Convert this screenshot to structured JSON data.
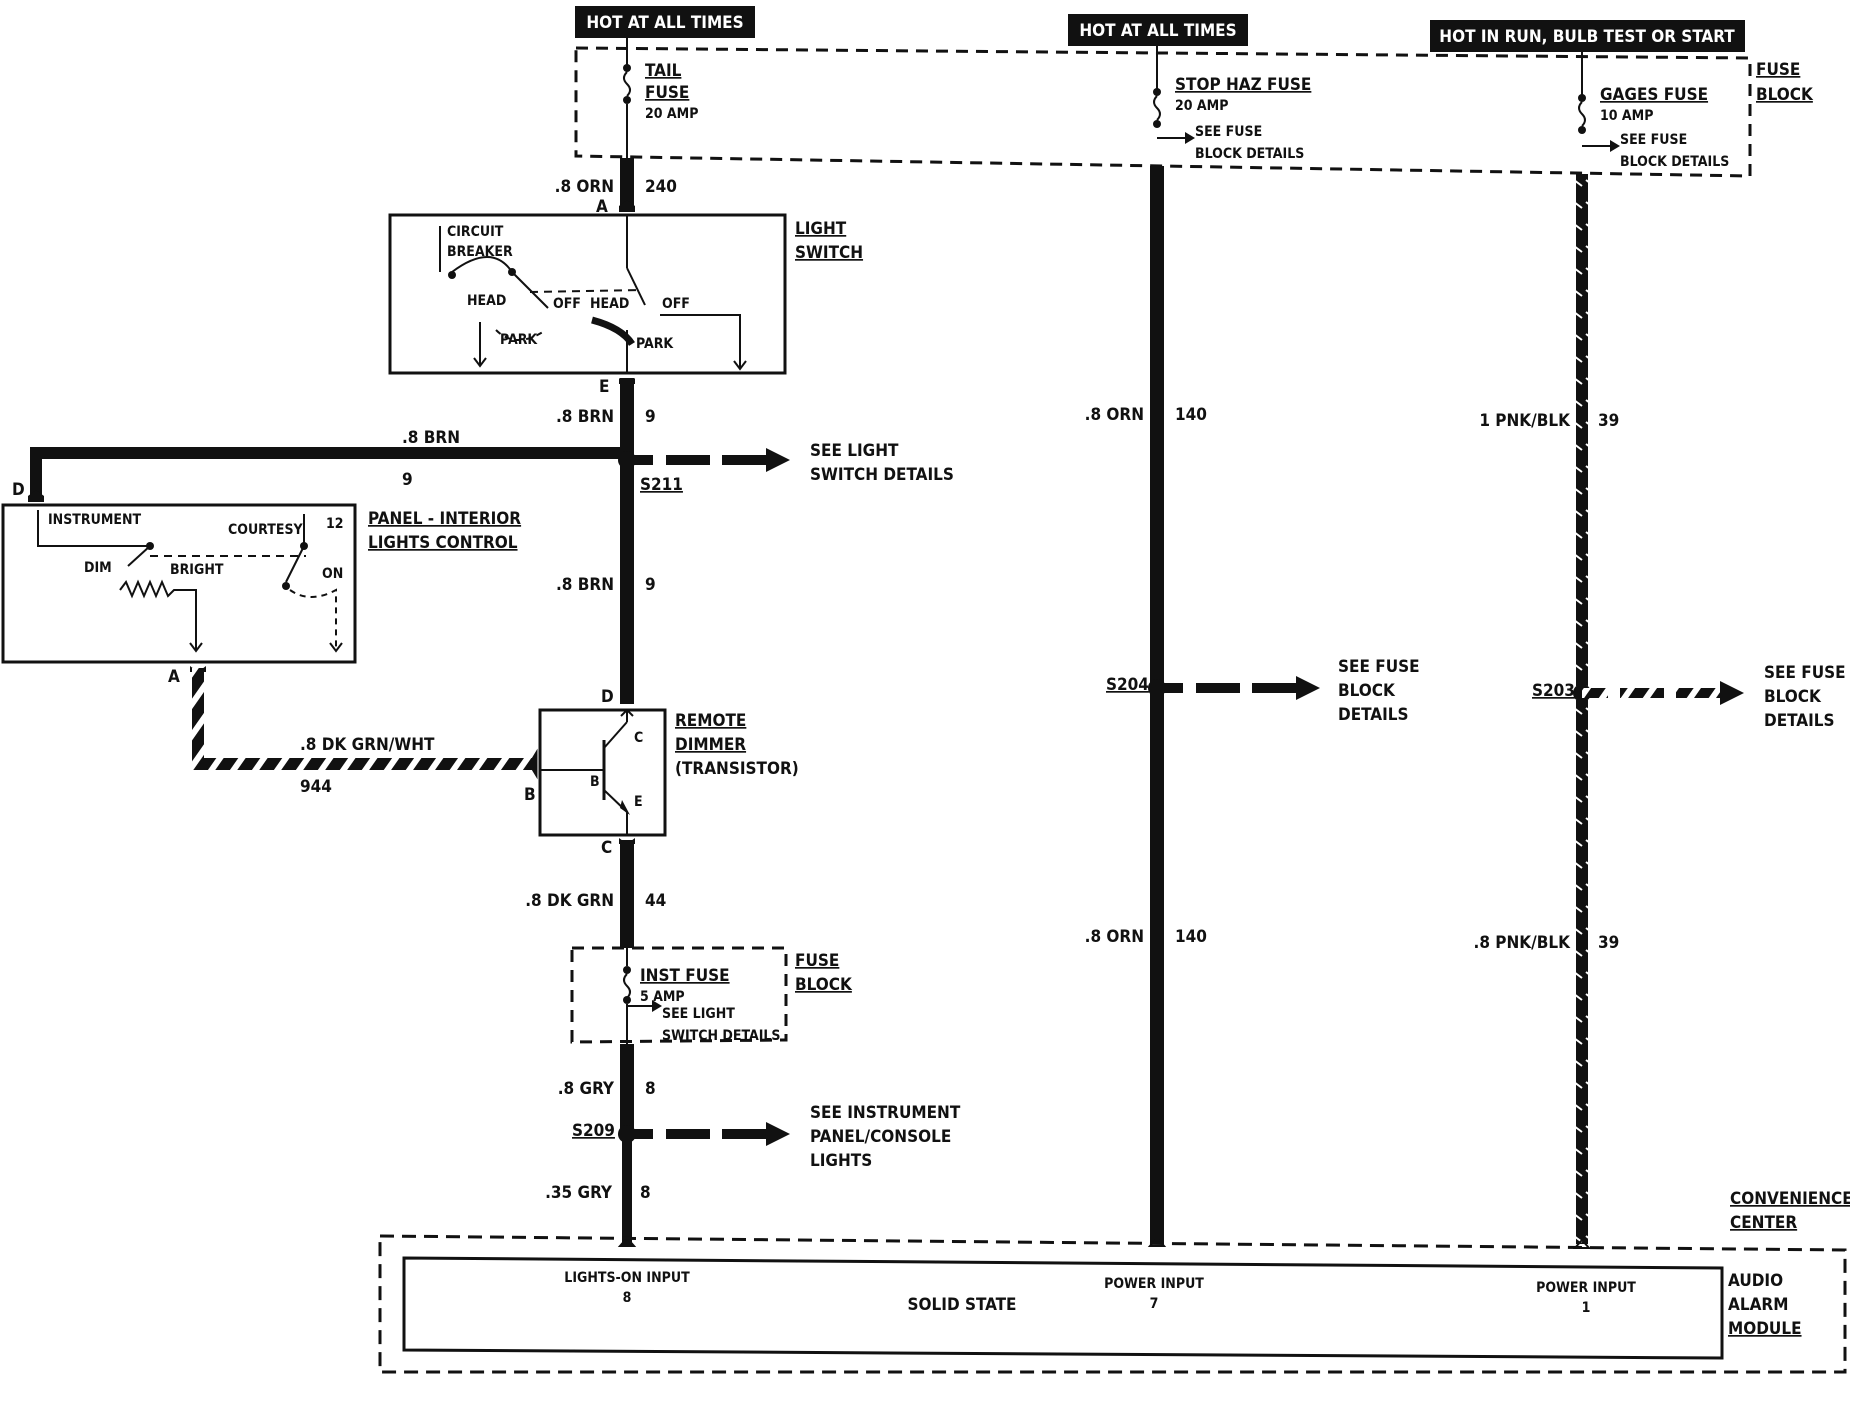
{
  "headers": {
    "left": "HOT AT ALL TIMES",
    "middle": "HOT AT ALL TIMES",
    "right": "HOT IN RUN, BULB TEST OR START"
  },
  "fuse_block_top": {
    "label_line1": "FUSE",
    "label_line2": "BLOCK",
    "tail_fuse_line1": "TAIL",
    "tail_fuse_line2": "FUSE",
    "tail_fuse_amp": "20 AMP",
    "stop_haz_fuse": "STOP HAZ FUSE",
    "stop_haz_amp": "20 AMP",
    "stop_haz_see1": "SEE FUSE",
    "stop_haz_see2": "BLOCK DETAILS",
    "gages_fuse": "GAGES FUSE",
    "gages_amp": "10 AMP",
    "gages_see1": "SEE FUSE",
    "gages_see2": "BLOCK DETAILS"
  },
  "light_switch": {
    "label_line1": "LIGHT",
    "label_line2": "SWITCH",
    "cb_line1": "CIRCUIT",
    "cb_line2": "BREAKER",
    "head1": "HEAD",
    "off1": "OFF",
    "park1": "PARK",
    "head2": "HEAD",
    "off2": "OFF",
    "park2": "PARK",
    "pin_top": "A",
    "pin_bottom": "E"
  },
  "panel_control": {
    "label_line1": "PANEL - INTERIOR",
    "label_line2": "LIGHTS CONTROL",
    "instrument": "INSTRUMENT",
    "courtesy": "COURTESY",
    "courtesy_pin": "12",
    "dim": "DIM",
    "bright": "BRIGHT",
    "on": "ON",
    "pin_top": "D",
    "pin_bottom": "A"
  },
  "remote_dimmer": {
    "label_line1": "REMOTE",
    "label_line2": "DIMMER",
    "label_line3": "(TRANSISTOR)",
    "c": "C",
    "b": "B",
    "e": "E",
    "pin_top": "D",
    "pin_left": "B",
    "pin_bottom": "C"
  },
  "inst_fuse_block": {
    "label_line1": "FUSE",
    "label_line2": "BLOCK",
    "fuse_name": "INST FUSE",
    "fuse_amp": "5 AMP",
    "see1": "SEE LIGHT",
    "see2": "SWITCH DETAILS"
  },
  "wires": {
    "w240": {
      "gauge": ".8 ORN",
      "circuit": "240"
    },
    "w9a": {
      "gauge": ".8 BRN",
      "circuit": "9"
    },
    "w9_left": {
      "gauge": ".8 BRN",
      "circuit": "9"
    },
    "w9b": {
      "gauge": ".8 BRN",
      "circuit": "9"
    },
    "w944": {
      "gauge": ".8 DK GRN/WHT",
      "circuit": "944"
    },
    "w44": {
      "gauge": ".8 DK GRN",
      "circuit": "44"
    },
    "w8a": {
      "gauge": ".8 GRY",
      "circuit": "8"
    },
    "w8b": {
      "gauge": ".35 GRY",
      "circuit": "8"
    },
    "w140a": {
      "gauge": ".8 ORN",
      "circuit": "140"
    },
    "w140b": {
      "gauge": ".8 ORN",
      "circuit": "140"
    },
    "w39a": {
      "gauge": "1 PNK/BLK",
      "circuit": "39"
    },
    "w39b": {
      "gauge": ".8 PNK/BLK",
      "circuit": "39"
    }
  },
  "splices": {
    "s211": {
      "id": "S211",
      "see1": "SEE LIGHT",
      "see2": "SWITCH DETAILS"
    },
    "s209": {
      "id": "S209",
      "see1": "SEE INSTRUMENT",
      "see2": "PANEL/CONSOLE",
      "see3": "LIGHTS"
    },
    "s204": {
      "id": "S204",
      "see1": "SEE FUSE",
      "see2": "BLOCK",
      "see3": "DETAILS"
    },
    "s203": {
      "id": "S203",
      "see1": "SEE FUSE",
      "see2": "BLOCK",
      "see3": "DETAILS"
    }
  },
  "module": {
    "center_line1": "CONVENIENCE",
    "center_line2": "CENTER",
    "name_line1": "AUDIO",
    "name_line2": "ALARM",
    "name_line3": "MODULE",
    "solid_state": "SOLID STATE",
    "lights_on": "LIGHTS-ON INPUT",
    "lights_on_pin": "8",
    "power1": "POWER INPUT",
    "power1_pin": "7",
    "power2": "POWER INPUT",
    "power2_pin": "1"
  }
}
